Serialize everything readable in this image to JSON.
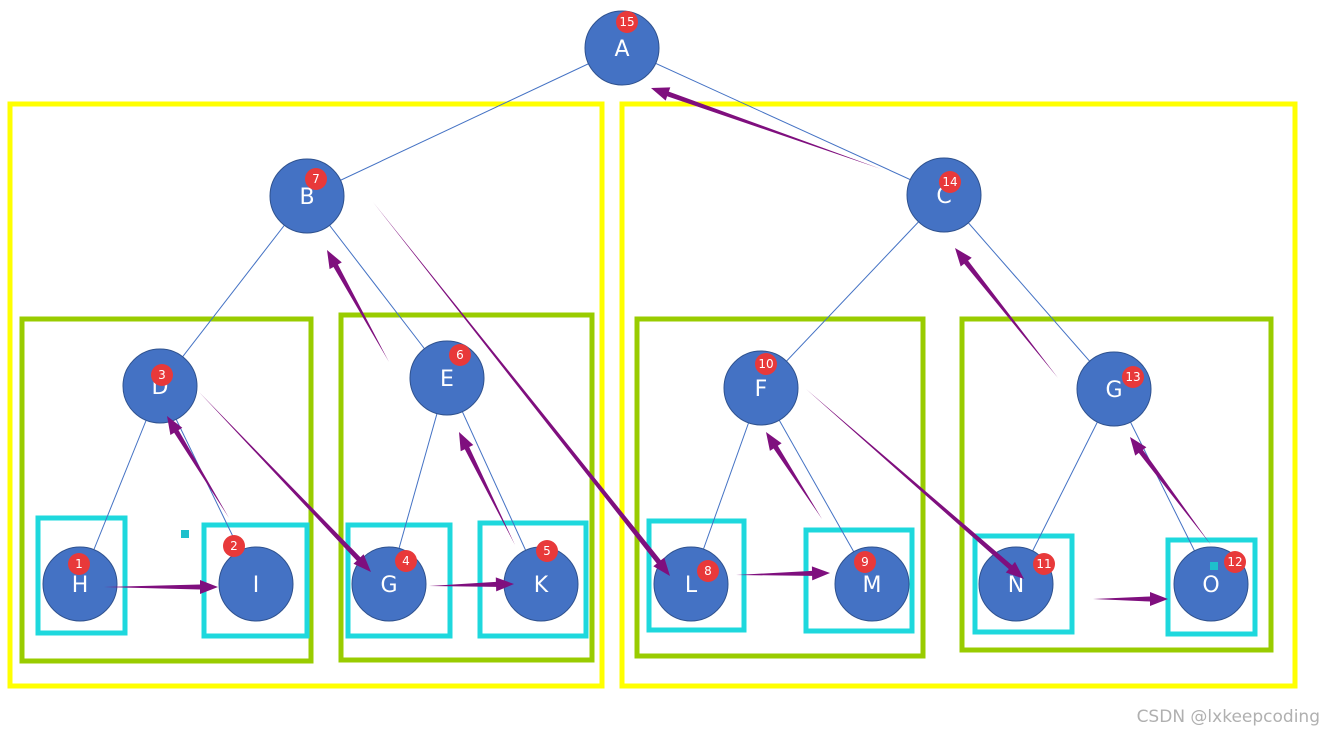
{
  "title": "",
  "colors": {
    "node_fill": "#4472c4",
    "node_stroke": "#2f528f",
    "edge": "#4472c4",
    "badge": "#e8393a",
    "arrow": "#7f0f7e",
    "box_outer": "#ffff00",
    "box_mid": "#99cc00",
    "box_inner": "#1ed8dd",
    "teal_marker": "#1ec0cc"
  },
  "nodes": [
    {
      "id": "A",
      "label": "A",
      "order": "15"
    },
    {
      "id": "B",
      "label": "B",
      "order": "7"
    },
    {
      "id": "C",
      "label": "C",
      "order": "14"
    },
    {
      "id": "D",
      "label": "D",
      "order": "3"
    },
    {
      "id": "E",
      "label": "E",
      "order": "6"
    },
    {
      "id": "F",
      "label": "F",
      "order": "10"
    },
    {
      "id": "G1",
      "label": "G",
      "order": "13"
    },
    {
      "id": "H",
      "label": "H",
      "order": "1"
    },
    {
      "id": "I",
      "label": "I",
      "order": "2"
    },
    {
      "id": "G2",
      "label": "G",
      "order": "4"
    },
    {
      "id": "K",
      "label": "K",
      "order": "5"
    },
    {
      "id": "L",
      "label": "L",
      "order": "8"
    },
    {
      "id": "M",
      "label": "M",
      "order": "9"
    },
    {
      "id": "N",
      "label": "N",
      "order": "11"
    },
    {
      "id": "O",
      "label": "O",
      "order": "12"
    }
  ],
  "edges": [
    [
      "A",
      "B"
    ],
    [
      "A",
      "C"
    ],
    [
      "B",
      "D"
    ],
    [
      "B",
      "E"
    ],
    [
      "C",
      "F"
    ],
    [
      "C",
      "G1"
    ],
    [
      "D",
      "H"
    ],
    [
      "D",
      "I"
    ],
    [
      "E",
      "G2"
    ],
    [
      "E",
      "K"
    ],
    [
      "F",
      "L"
    ],
    [
      "F",
      "M"
    ],
    [
      "G1",
      "N"
    ],
    [
      "G1",
      "O"
    ]
  ],
  "traversal_arrows": [
    [
      "H",
      "I"
    ],
    [
      "I",
      "D"
    ],
    [
      "D",
      "G2"
    ],
    [
      "G2",
      "K"
    ],
    [
      "K",
      "E"
    ],
    [
      "E",
      "B"
    ],
    [
      "B",
      "L"
    ],
    [
      "L",
      "M"
    ],
    [
      "M",
      "F"
    ],
    [
      "F",
      "N"
    ],
    [
      "N",
      "O"
    ],
    [
      "O",
      "G1"
    ],
    [
      "G1",
      "C"
    ],
    [
      "C",
      "A"
    ]
  ],
  "watermark": "CSDN @lxkeepcoding"
}
